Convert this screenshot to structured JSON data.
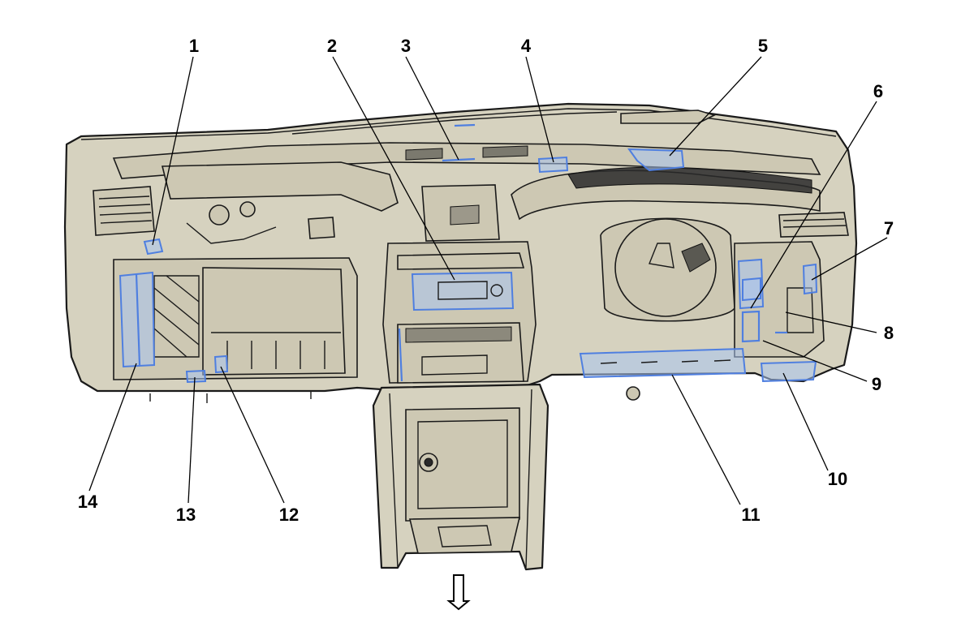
{
  "callouts": [
    {
      "label": "1"
    },
    {
      "label": "2"
    },
    {
      "label": "3"
    },
    {
      "label": "4"
    },
    {
      "label": "5"
    },
    {
      "label": "6"
    },
    {
      "label": "7"
    },
    {
      "label": "8"
    },
    {
      "label": "9"
    },
    {
      "label": "10"
    },
    {
      "label": "11"
    },
    {
      "label": "12"
    },
    {
      "label": "13"
    },
    {
      "label": "14"
    }
  ],
  "icons": {
    "direction": "forward-arrow-icon"
  },
  "colors": {
    "highlight": "#4f7fe0",
    "highlight_fill": "#a9c4f0",
    "body": "#d6d2bf",
    "outline": "#1a1a1a"
  }
}
